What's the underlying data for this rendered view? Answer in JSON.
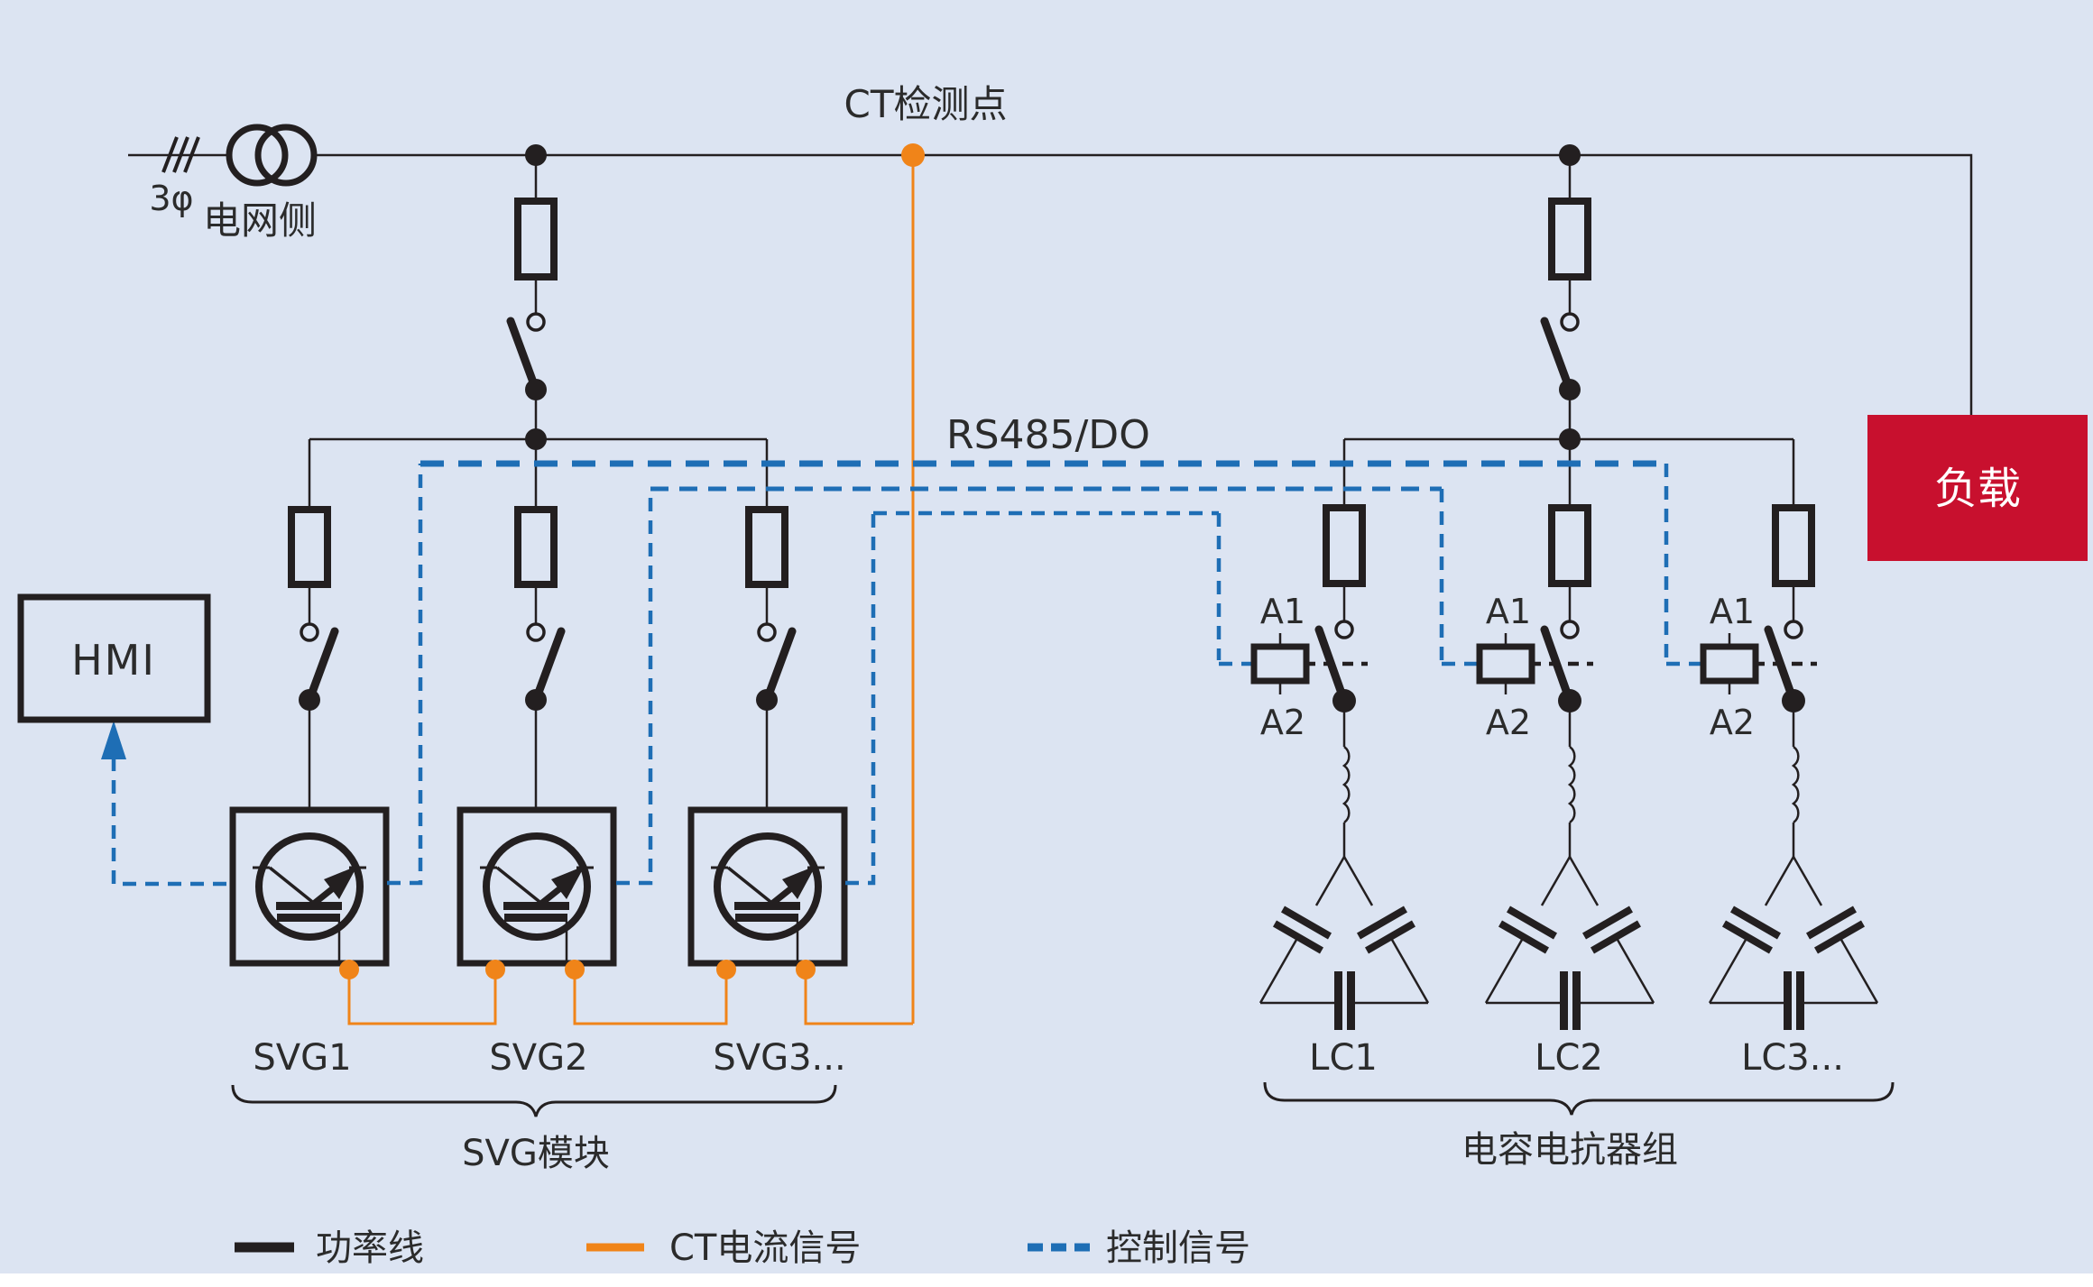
{
  "colors": {
    "background": "#dce4f2",
    "line_black": "#231f20",
    "text": "#2b2b2b",
    "ct_signal_orange": "#f08419",
    "control_signal_blue": "#1e6eb5",
    "load_red": "#c8102e",
    "load_text_white": "#ffffff"
  },
  "grid": {
    "phase_label": "3φ",
    "side_label": "电网侧"
  },
  "ct": {
    "point_label": "CT检测点"
  },
  "comm": {
    "bus_label": "RS485/DO"
  },
  "hmi": {
    "label": "HMI"
  },
  "load": {
    "label": "负载"
  },
  "svg_section": {
    "modules": [
      {
        "label": "SVG1"
      },
      {
        "label": "SVG2"
      },
      {
        "label": "SVG3..."
      }
    ],
    "group_label": "SVG模块"
  },
  "lc_section": {
    "branches": [
      {
        "label": "LC1"
      },
      {
        "label": "LC2"
      },
      {
        "label": "LC3..."
      }
    ],
    "group_label": "电容电抗器组",
    "coil_top_label": "A1",
    "coil_bottom_label": "A2"
  },
  "legend": {
    "items": [
      {
        "label": "功率线",
        "style": "solid-black"
      },
      {
        "label": "CT电流信号",
        "style": "solid-orange"
      },
      {
        "label": "控制信号",
        "style": "dashed-blue"
      }
    ]
  }
}
